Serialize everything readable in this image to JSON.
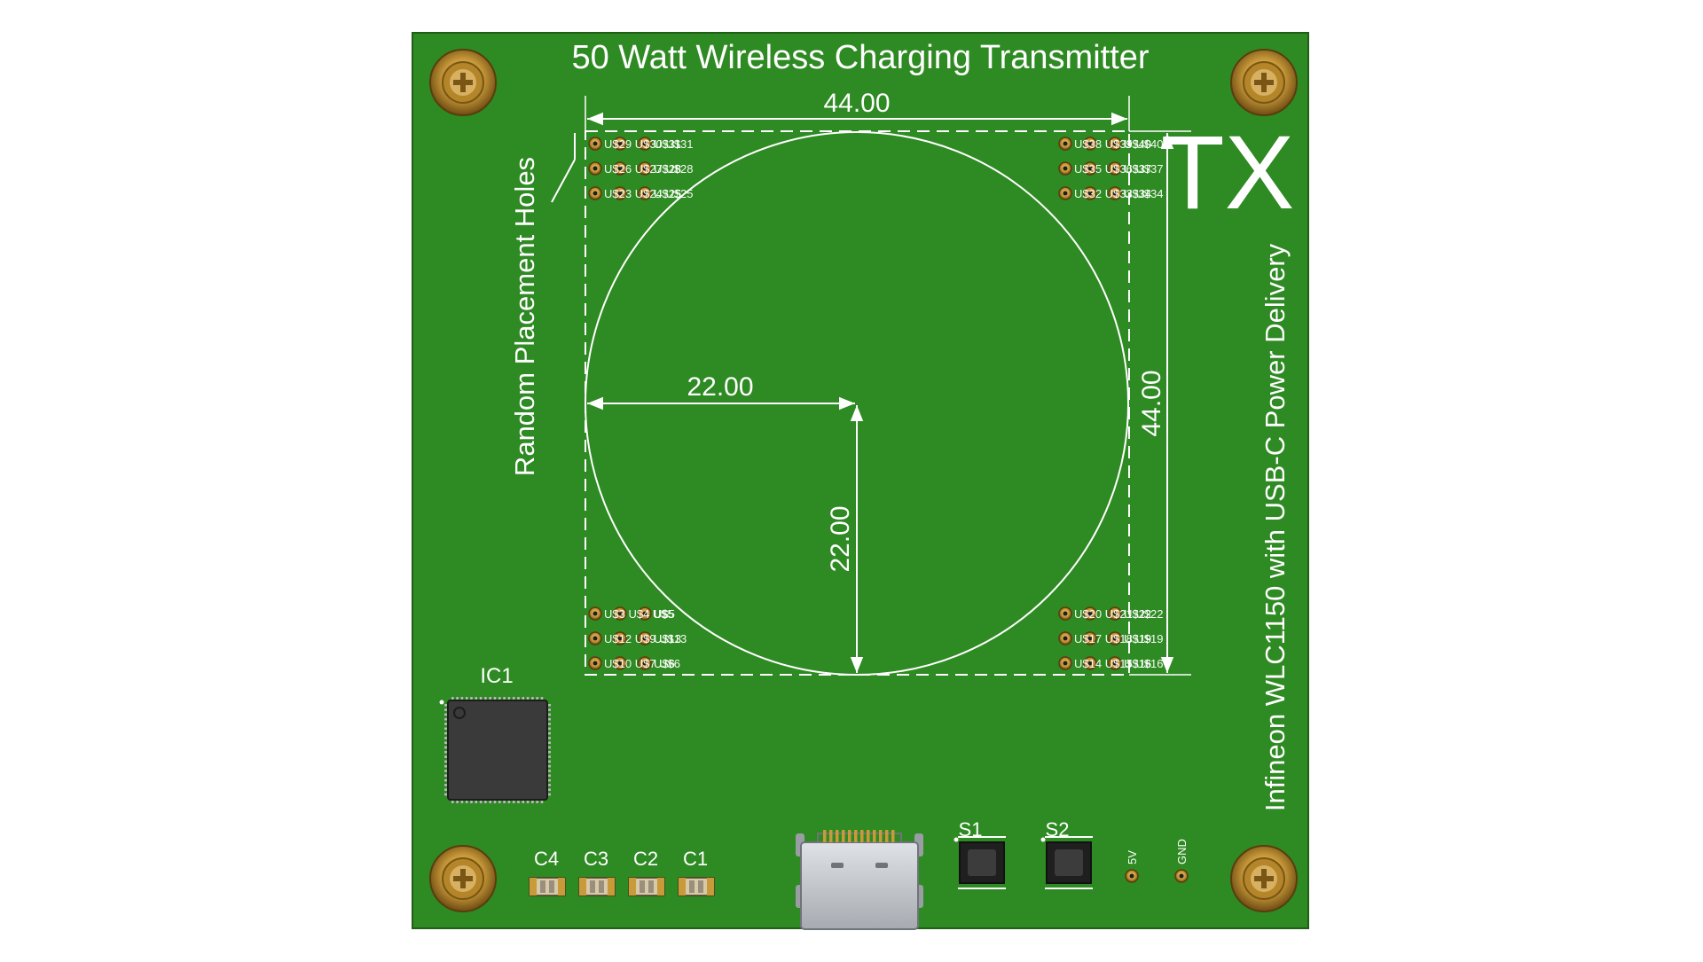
{
  "board": {
    "title": "50 Watt Wireless Charging Transmitter",
    "side_label": "TX",
    "vertical_left_label": "Random Placement Holes",
    "vertical_right_label": "Infineon WLC1150 with USB-C Power Delivery",
    "colors": {
      "pcb": "#2e8a22",
      "pcb_edge": "#1f5f16",
      "silk": "#ffffff",
      "gold": "#c99a3a",
      "chip": "#3a3a3a",
      "usb_metal": "#bfc3c8"
    }
  },
  "dimensions": {
    "top_width": "44.00",
    "right_height": "44.00",
    "radius_horizontal": "22.00",
    "radius_vertical": "22.00"
  },
  "components": {
    "ic1": "IC1",
    "c4": "C4",
    "c3": "C3",
    "c2": "C2",
    "c1": "C1",
    "s1": "S1",
    "s2": "S2",
    "pad_5v": "5V",
    "pad_gnd": "GND"
  },
  "hole_labels": {
    "top_left": [
      "U$29 U$30 U$31",
      "U$26 U$27 U$28",
      "U$23 U$24 U$25"
    ],
    "top_right": [
      "U$38 U$39 U$40",
      "U$35 U$36 U$37",
      "U$32 U$33 U$34"
    ],
    "bottom_left": [
      "U$3 U$4 U$5",
      "U$12 U$9 U$13",
      "U$10 U$7 U$6"
    ],
    "bottom_right": [
      "U$20 U$21 U$22",
      "U$17 U$18 U$19",
      "U$14 U$15 U$16"
    ]
  },
  "hole_label_suffixes": {
    "top_left": [
      "U$31",
      "U$28",
      "U$25"
    ],
    "top_right": [
      "U$40",
      "U$37",
      "U$34"
    ],
    "bottom_left": [
      "U$5",
      "U$13",
      "U$6"
    ],
    "bottom_right": [
      "U$22",
      "U$19",
      "U$16"
    ]
  }
}
